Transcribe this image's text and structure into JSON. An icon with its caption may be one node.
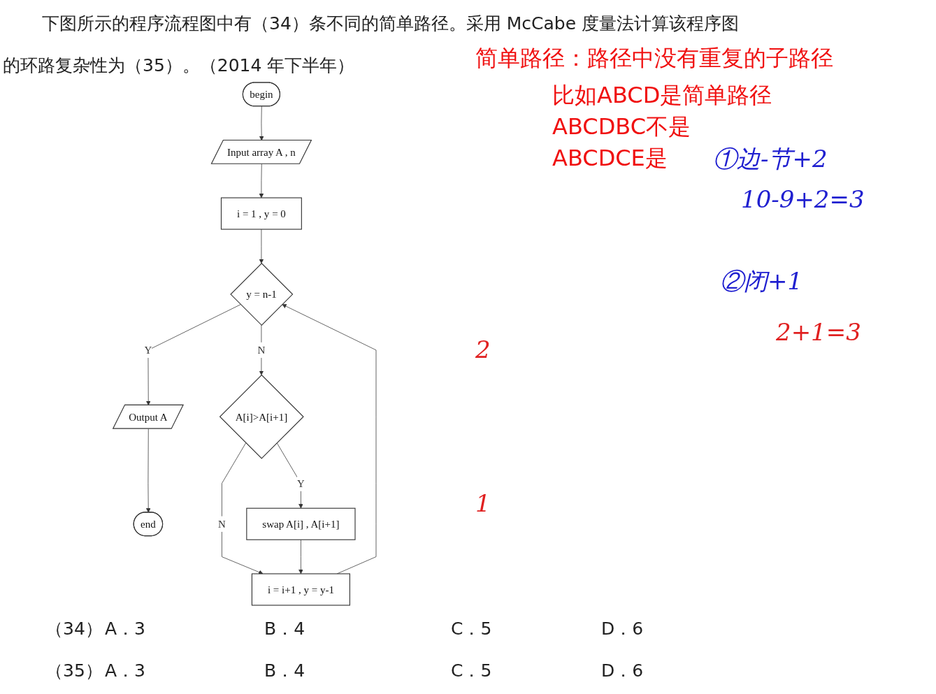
{
  "diagram": {
    "nodes": [
      {
        "text": [
          "begin"
        ]
      },
      {
        "text": [
          "Input array A , n"
        ]
      },
      {
        "text": [
          "i = 1 , y = 0"
        ]
      },
      {
        "text": [
          "y = n-1"
        ]
      },
      {
        "text": [
          "Output A"
        ]
      },
      {
        "text": [
          "end"
        ]
      },
      {
        "text": [
          "A[i]>A[i+1]"
        ]
      },
      {
        "text": [
          "i = i+1 , y = y-1"
        ]
      },
      {
        "text": [
          "swap A[i] , A[i+1]"
        ]
      }
    ],
    "edges": [
      {
        "from": 0,
        "to": 1,
        "arrow": "to"
      },
      {
        "from": 1,
        "to": 2,
        "arrow": "to"
      },
      {
        "from": 2,
        "to": 3,
        "arrow": "to"
      },
      {
        "from": 3,
        "to": 4,
        "label": "Y",
        "arrow": "to"
      },
      {
        "from": 4,
        "to": 5,
        "arrow": "to"
      },
      {
        "from": 3,
        "to": 6,
        "label": "N",
        "arrow": "to"
      },
      {
        "from": 6,
        "to": 7,
        "label": "N",
        "arrow": "to"
      },
      {
        "from": 6,
        "to": 8,
        "label": "Y",
        "arrow": "to"
      },
      {
        "from": 8,
        "to": 7,
        "arrow": "to"
      },
      {
        "from": 7,
        "to": 3,
        "arrow": "to"
      }
    ],
    "labels": [
      "下图所示的程序流程图中有（34）条不同的简单路径。采用 McCabe 度量法计算该程序图的环路复杂性为（35）。（2014 年下半年）",
      "简单路径：路径中没有重复的子路径",
      "比如ABCD是简单路径",
      "ABCDBC不是",
      "ABCDCE是",
      "①边-节+2",
      "10-9+2=3",
      "②闭+1",
      "2+1=3",
      "2",
      "1",
      "（34）",
      "A．3",
      "B．4",
      "C．5",
      "D．6",
      "（35）",
      "A．3",
      "B．4",
      "C．5",
      "D．6"
    ]
  }
}
